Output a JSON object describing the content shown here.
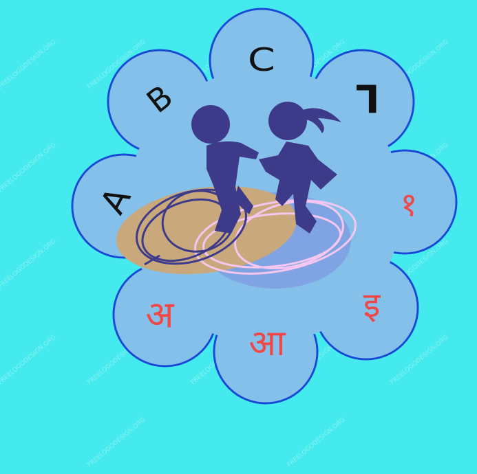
{
  "colors": {
    "background": "#45eaee",
    "petal_fill": "#85c0ea",
    "petal_stroke": "#1a48d6",
    "figures": "#3d3a8a",
    "disc_tan": "#c9a87c",
    "disc_blue": "#7f9ee2",
    "loops_pink": "#f4c6f0",
    "latin_letters": "#111111",
    "devanagari_letters": "#f04848"
  },
  "letters": {
    "a": "A",
    "b": "B",
    "c": "C",
    "d": "ᒣ",
    "dev_1": "१",
    "dev_e": "इ",
    "dev_aa": "आ",
    "dev_a": "अ"
  },
  "watermark": "FREELOGODESIGN.ORG",
  "icons": [
    "flower-logo",
    "dancing-children-icon"
  ]
}
